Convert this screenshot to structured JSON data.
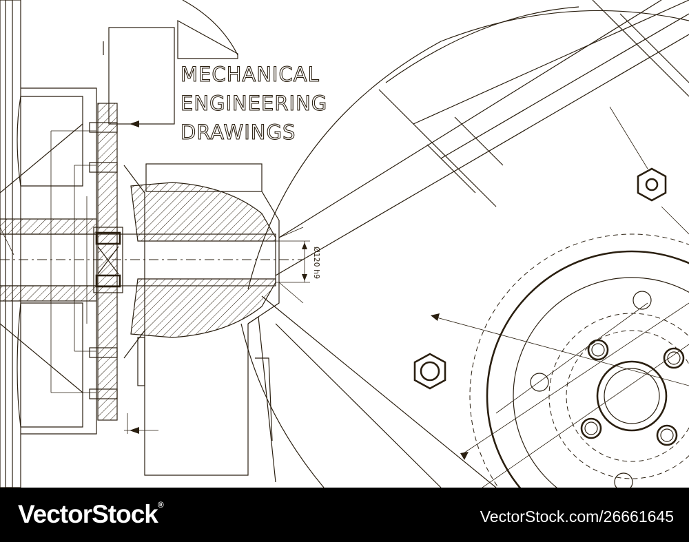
{
  "title_lines": [
    "MECHANICAL",
    "ENGINEERING",
    "DRAWINGS"
  ],
  "dimension_label": "Ø120 h9",
  "watermark": {
    "brand": "VectorStock",
    "brand_suffix": "®",
    "stock_id": "VectorStock.com/26661645"
  },
  "colors": {
    "line": "#2a1f10",
    "background": "#ffffff",
    "footer": "#000000",
    "footer_text": "#ffffff"
  }
}
